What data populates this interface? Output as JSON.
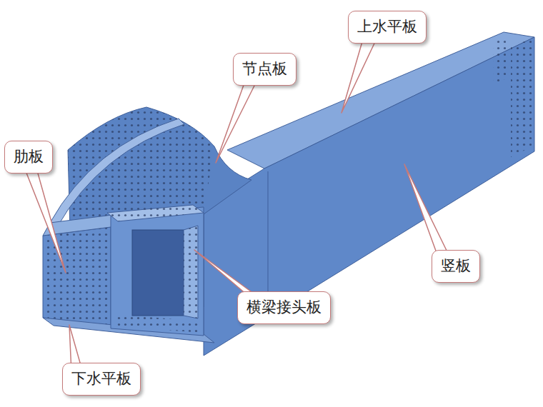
{
  "diagram": {
    "nodes": [
      {
        "text": [
          "上水平板"
        ]
      },
      {
        "text": [
          "节点板"
        ]
      },
      {
        "text": [
          "肋板"
        ]
      },
      {
        "text": [
          "竖板"
        ]
      },
      {
        "text": [
          "横梁接头板"
        ]
      },
      {
        "text": [
          "下水平板"
        ]
      }
    ]
  }
}
